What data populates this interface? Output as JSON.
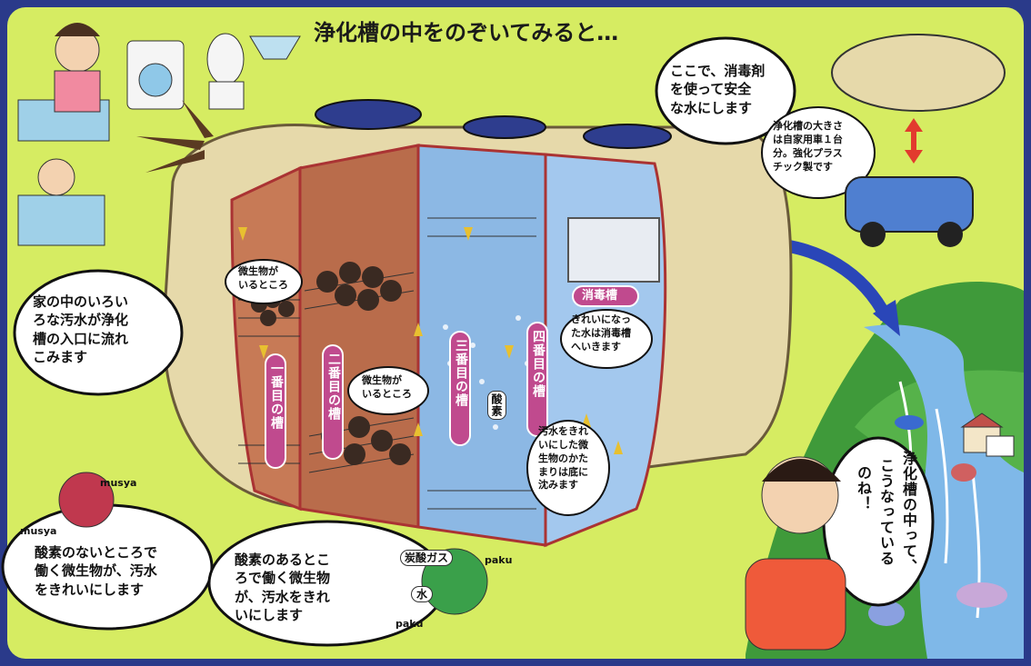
{
  "title": "浄化槽の中をのぞいてみると…",
  "inlet_bubble": [
    "家の中のいろい",
    "ろな汚水が浄化",
    "槽の入口に流れ",
    "こみます"
  ],
  "disinfect_bubble": [
    "ここで、消毒剤",
    "を使って安全",
    "な水にします"
  ],
  "size_note": [
    "浄化槽の大きさ",
    "は自家用車１台",
    "分。強化プラス",
    "チック製です"
  ],
  "tank1": {
    "label": "一番目の槽",
    "note": [
      "微生物が",
      "いるところ"
    ]
  },
  "tank2": {
    "label": "二番目の槽",
    "note": [
      "微生物が",
      "いるところ"
    ]
  },
  "tank3": {
    "label": "三番目の槽",
    "oxygen": "酸素"
  },
  "tank4": {
    "label": "四番目の槽",
    "note": [
      "きれいになっ",
      "た水は消毒槽",
      "へいきます"
    ],
    "sediment": [
      "汚水をきれ",
      "いにした微",
      "生物のかた",
      "まりは底に",
      "沈みます"
    ]
  },
  "disinfect_tank": "消毒槽",
  "anaerobic_bubble": [
    "酸素のないところで",
    "働く微生物が、汚水",
    "をきれいにします"
  ],
  "aerobic_bubble": [
    "酸素のあるとこ",
    "ろで働く微生物",
    "が、汚水をきれ",
    "いにします"
  ],
  "sounds": {
    "musya1": "musya",
    "musya2": "musya",
    "paku1": "paku",
    "paku2": "paku"
  },
  "gas_labels": {
    "co2": "炭酸ガス",
    "water": "水"
  },
  "girl_speech": [
    "浄化槽の中って、",
    "こうなっている",
    "のね！"
  ],
  "colors": {
    "background": "#d6ec62",
    "frame": "#2a3a8a",
    "tank_shell": "#e6d9aa",
    "anaerobic": "#c77a56",
    "aerobic": "#8cb8e4",
    "river": "#7fb8e8",
    "pill": "#c04a8e"
  }
}
